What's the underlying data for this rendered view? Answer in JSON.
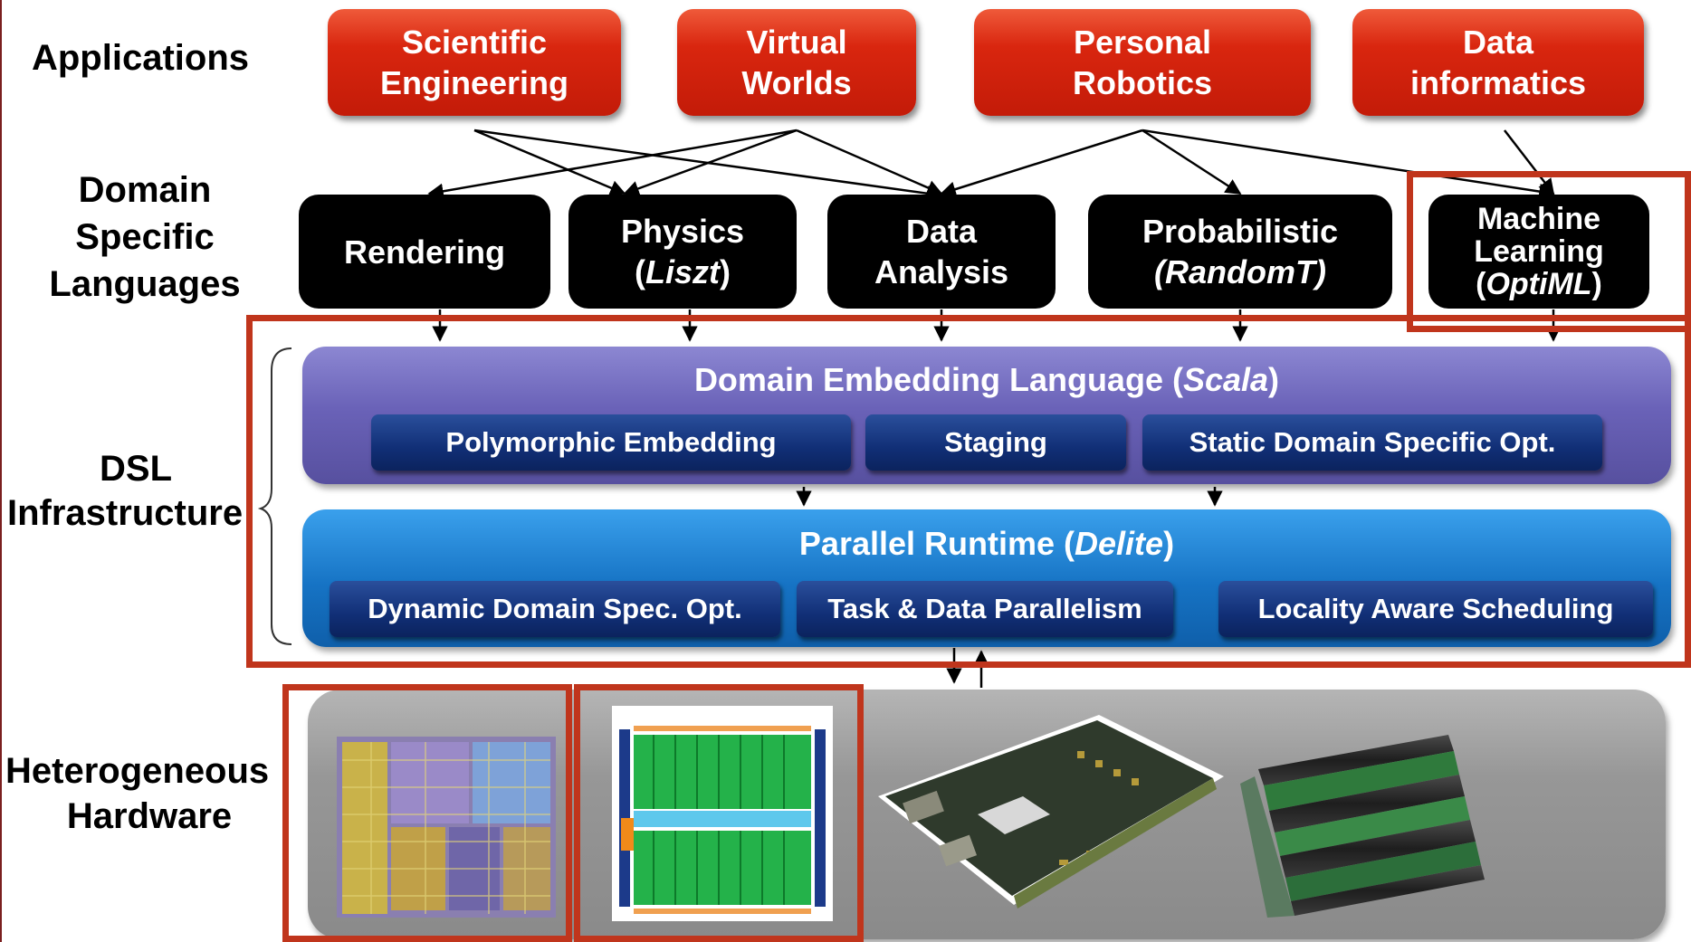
{
  "row_labels": {
    "applications": "Applications",
    "dsl_1": "Domain",
    "dsl_2": "Specific",
    "dsl_3": "Languages",
    "infra_1": "DSL",
    "infra_2": "Infrastructure",
    "hw_1": "Heterogeneous",
    "hw_2": "Hardware"
  },
  "applications": [
    {
      "line1": "Scientific",
      "line2": "Engineering"
    },
    {
      "line1": "Virtual",
      "line2": "Worlds"
    },
    {
      "line1": "Personal",
      "line2": "Robotics"
    },
    {
      "line1": "Data",
      "line2": "informatics"
    }
  ],
  "dsls": {
    "rendering": "Rendering",
    "physics_1": "Physics",
    "physics_paren_open": "(",
    "physics_2": "Liszt",
    "physics_paren_close": ")",
    "data_1": "Data",
    "data_2": "Analysis",
    "prob_1": "Probabilistic",
    "prob_2": "(RandomT)",
    "ml_1": "Machine",
    "ml_2": "Learning",
    "ml_paren_open": "(",
    "ml_3": "OptiML",
    "ml_paren_close": ")"
  },
  "scala": {
    "title_prefix": "Domain Embedding Language (",
    "title_italic": "Scala",
    "title_suffix": ")",
    "components": [
      "Polymorphic Embedding",
      "Staging",
      "Static Domain Specific Opt."
    ]
  },
  "delite": {
    "title_prefix": "Parallel Runtime (",
    "title_italic": "Delite",
    "title_suffix": ")",
    "components": [
      "Dynamic Domain Spec. Opt.",
      "Task & Data Parallelism",
      "Locality Aware Scheduling"
    ]
  },
  "hardware": {
    "items": [
      "multicore-cpu-die",
      "gpu-block-diagram",
      "fpga-board",
      "cluster-racks"
    ]
  },
  "colors": {
    "app_red": "#d9260f",
    "dsl_black": "#000000",
    "scala_purple": "#6a62b8",
    "delite_blue": "#1673c4",
    "component_navy": "#112f76",
    "highlight": "#c0351c",
    "hardware_gray": "#979797"
  }
}
